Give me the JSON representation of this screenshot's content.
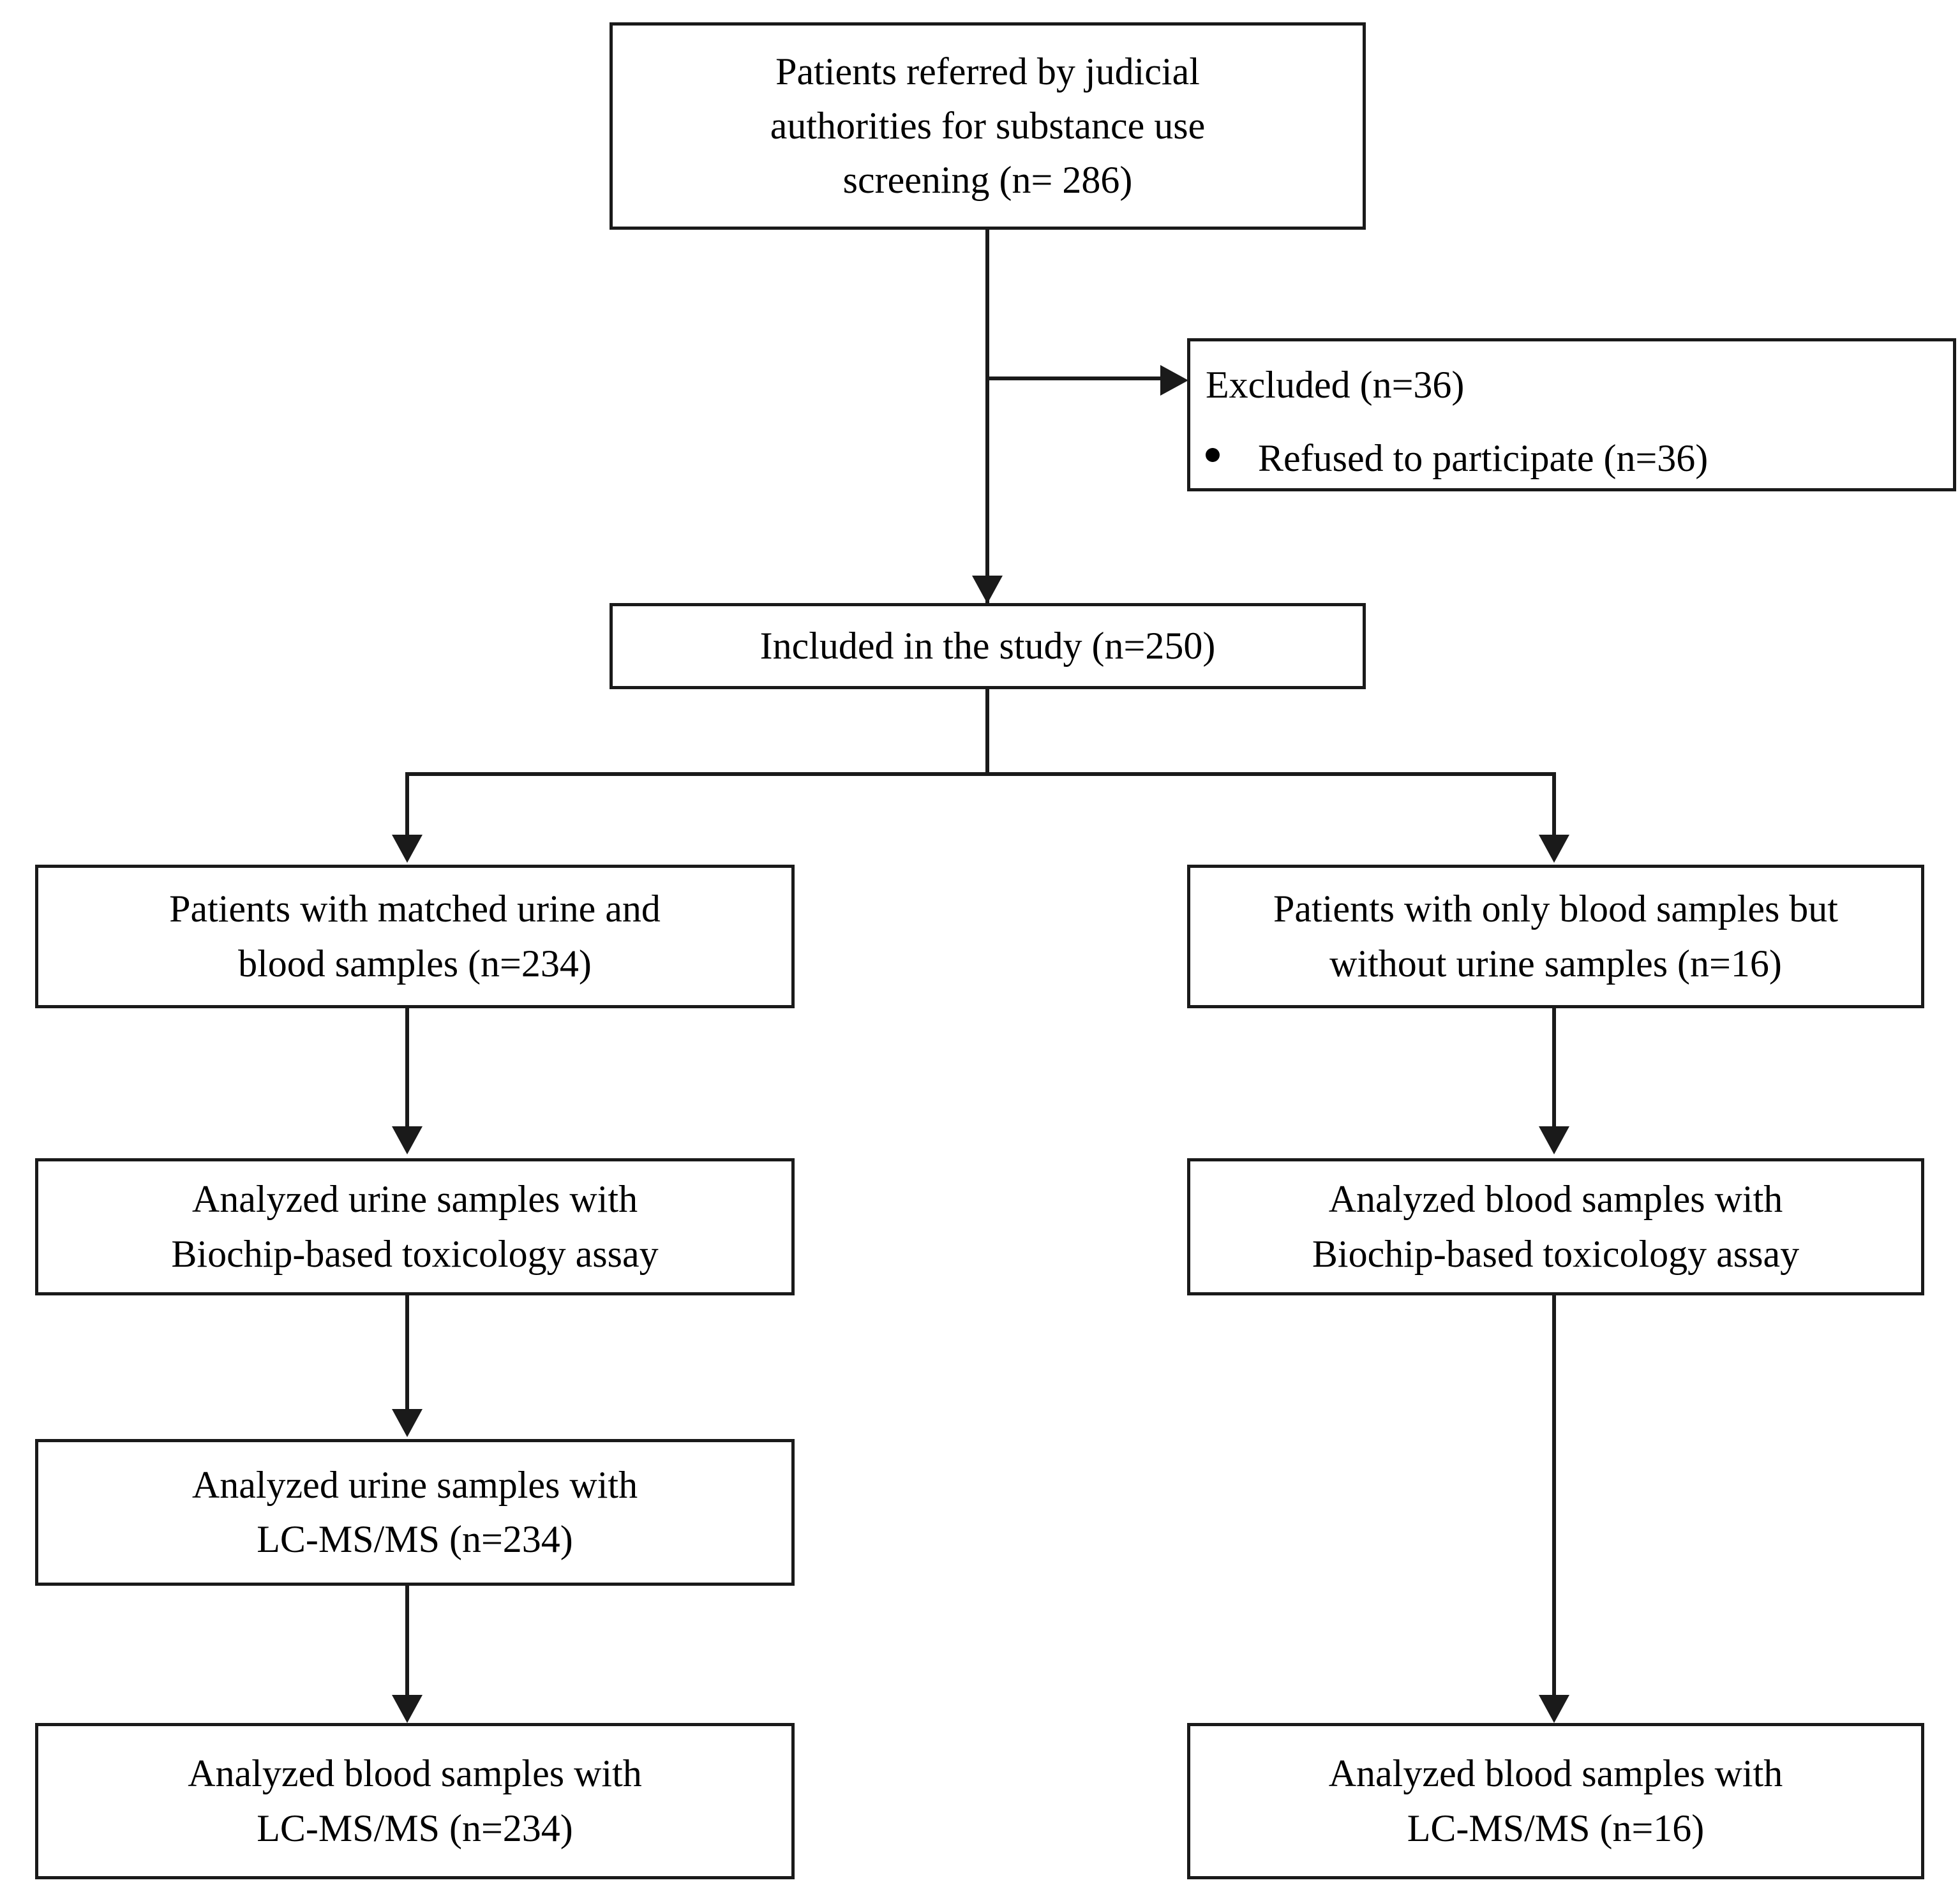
{
  "diagram": {
    "title": "Participant flow diagram for substance use screening study",
    "type": "flowchart",
    "colors": {
      "box_border": "#1a1a1a",
      "text": "#000000",
      "background": "#ffffff",
      "connector": "#1a1a1a"
    },
    "nodes": {
      "referred": {
        "name": "patients-referred",
        "line1": "Patients referred by judicial",
        "line2": "authorities for substance use",
        "line3": "screening (n= 286)",
        "count": 286
      },
      "excluded": {
        "name": "excluded",
        "heading": "Excluded (n=36)",
        "bullet1": "Refused to participate (n=36)",
        "count": 36
      },
      "included": {
        "name": "included-in-study",
        "line1": "Included in the study (n=250)",
        "count": 250
      },
      "matched": {
        "name": "matched-urine-blood",
        "line1": "Patients with matched urine and",
        "line2": "blood samples (n=234)",
        "count": 234
      },
      "blood_only": {
        "name": "blood-only-no-urine",
        "line1": "Patients with only blood samples but",
        "line2": "without urine samples (n=16)",
        "count": 16
      },
      "urine_biochip": {
        "name": "urine-biochip-assay",
        "line1": "Analyzed urine samples with",
        "line2": "Biochip-based toxicology assay"
      },
      "blood_biochip": {
        "name": "blood-biochip-assay",
        "line1": "Analyzed blood samples with",
        "line2": "Biochip-based toxicology assay"
      },
      "urine_lcms": {
        "name": "urine-lcmsms",
        "line1": "Analyzed urine samples with",
        "line2": "LC-MS/MS (n=234)",
        "count": 234
      },
      "blood_lcms_left": {
        "name": "blood-lcmsms-matched",
        "line1": "Analyzed blood samples with",
        "line2": "LC-MS/MS (n=234)",
        "count": 234
      },
      "blood_lcms_right": {
        "name": "blood-lcmsms-blood-only",
        "line1": "Analyzed blood samples with",
        "line2": "LC-MS/MS (n=16)",
        "count": 16
      }
    },
    "edges": [
      {
        "from": "referred",
        "to": "excluded",
        "direction": "right"
      },
      {
        "from": "referred",
        "to": "included",
        "direction": "down"
      },
      {
        "from": "included",
        "to": "matched",
        "direction": "down-left"
      },
      {
        "from": "included",
        "to": "blood_only",
        "direction": "down-right"
      },
      {
        "from": "matched",
        "to": "urine_biochip",
        "direction": "down"
      },
      {
        "from": "urine_biochip",
        "to": "urine_lcms",
        "direction": "down"
      },
      {
        "from": "urine_lcms",
        "to": "blood_lcms_left",
        "direction": "down"
      },
      {
        "from": "blood_only",
        "to": "blood_biochip",
        "direction": "down"
      },
      {
        "from": "blood_biochip",
        "to": "blood_lcms_right",
        "direction": "down"
      }
    ]
  }
}
